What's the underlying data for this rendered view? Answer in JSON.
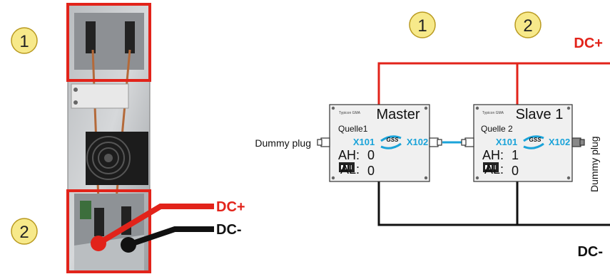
{
  "callouts": {
    "left_top": "1",
    "left_bottom": "2",
    "right_master": "1",
    "right_slave": "2"
  },
  "photo_labels": {
    "dc_plus": "DC+",
    "dc_minus": "DC-"
  },
  "diagram_labels": {
    "dc_plus": "DC+",
    "dc_minus": "DC-",
    "dummy_plug_left": "Dummy plug",
    "dummy_plug_right": "Dummy plug"
  },
  "modules": [
    {
      "title": "Master",
      "source": "Quelle1",
      "port_in": "X101",
      "port_out": "X102",
      "gss": "GSS",
      "ah_label": "AH:",
      "ah_value": "0",
      "al_label": "AL:",
      "al_value": "0"
    },
    {
      "title": "Slave 1",
      "source": "Quelle 2",
      "port_in": "X101",
      "port_out": "X102",
      "gss": "GSS",
      "ah_label": "AH:",
      "ah_value": "1",
      "al_label": "AL:",
      "al_value": "0"
    }
  ],
  "colors": {
    "red": "#e2231a",
    "black": "#111111",
    "cyan": "#1aa3d9",
    "callout_fill": "#f7e98a",
    "module_fill": "#f0f0f0"
  }
}
